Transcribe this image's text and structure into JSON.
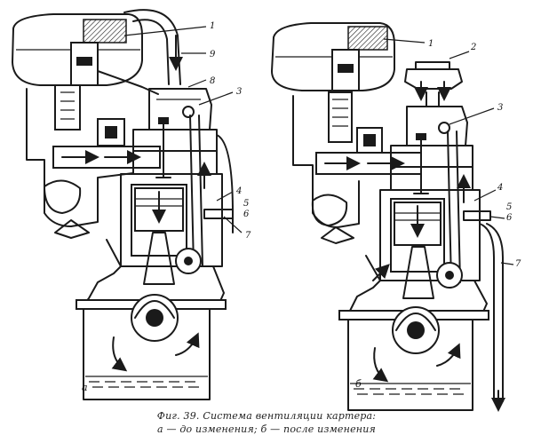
{
  "caption": {
    "line1": "Фиг. 39. Система вентиляции картера:",
    "line2": "а — до изменения; б — после изменения"
  },
  "views": [
    {
      "label": "а",
      "callouts": [
        "1",
        "9",
        "8",
        "3",
        "4",
        "5",
        "6",
        "7"
      ]
    },
    {
      "label": "б",
      "callouts": [
        "1",
        "2",
        "3",
        "4",
        "5",
        "6",
        "7"
      ]
    }
  ]
}
